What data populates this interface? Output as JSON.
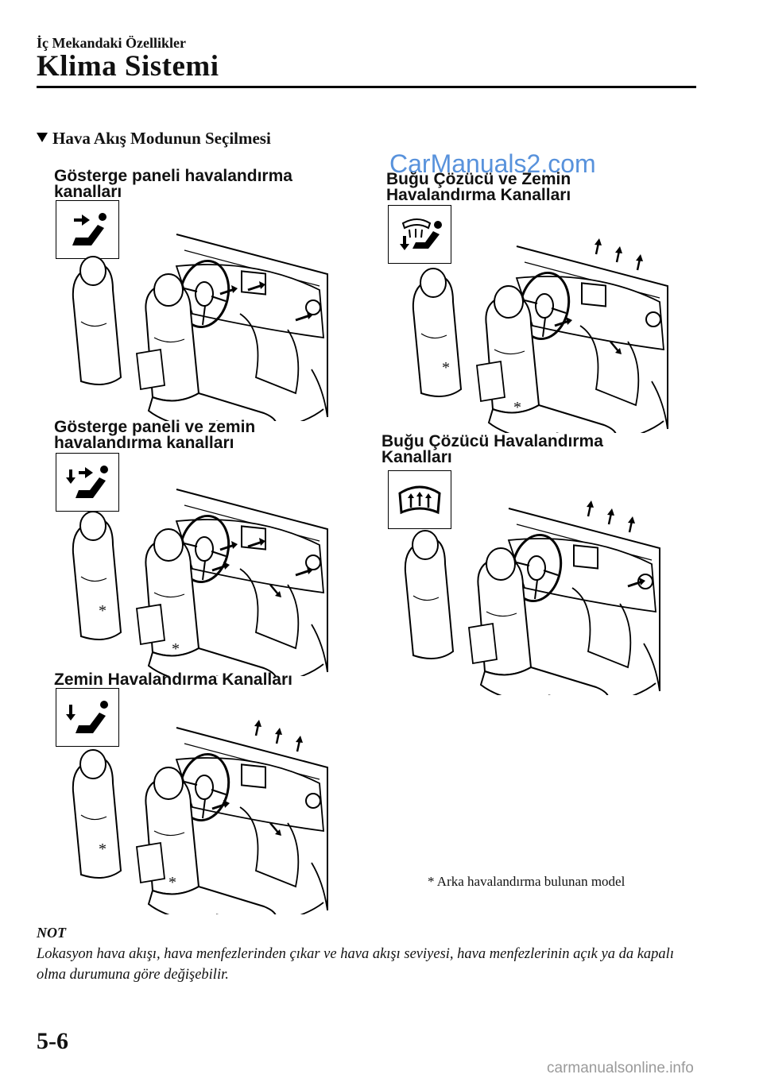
{
  "header": {
    "section_name": "İç Mekandaki Özellikler",
    "chapter_title": "Klima Sistemi"
  },
  "section_heading": "Hava Akış Modunun Seçilmesi",
  "watermark_top": "CarManuals2.com",
  "modes": [
    {
      "label_line1": "Gösterge paneli havalandırma",
      "label_line2": "kanalları",
      "icon": "panel-vent-icon"
    },
    {
      "label_line1": "Buğu Çözücü ve Zemin",
      "label_line2": "Havalandırma Kanalları",
      "icon": "defrost-floor-icon"
    },
    {
      "label_line1": "Gösterge paneli ve zemin",
      "label_line2": "havalandırma kanalları",
      "icon": "panel-floor-icon"
    },
    {
      "label_line1": "Buğu Çözücü Havalandırma",
      "label_line2": "Kanalları",
      "icon": "defrost-icon"
    },
    {
      "label_line1": "Zemin Havalandırma Kanalları",
      "label_line2": "",
      "icon": "floor-vent-icon"
    }
  ],
  "asterisk": "*",
  "footnote": "* Arka havalandırma bulunan model",
  "note": {
    "title": "NOT",
    "text": "Lokasyon hava akışı, hava menfezlerinden çıkar ve hava akışı seviyesi, hava menfezlerinin açık ya da kapalı olma durumuna göre değişebilir."
  },
  "page_number": "5-6",
  "watermark_bottom": "carmanualsonline.info"
}
